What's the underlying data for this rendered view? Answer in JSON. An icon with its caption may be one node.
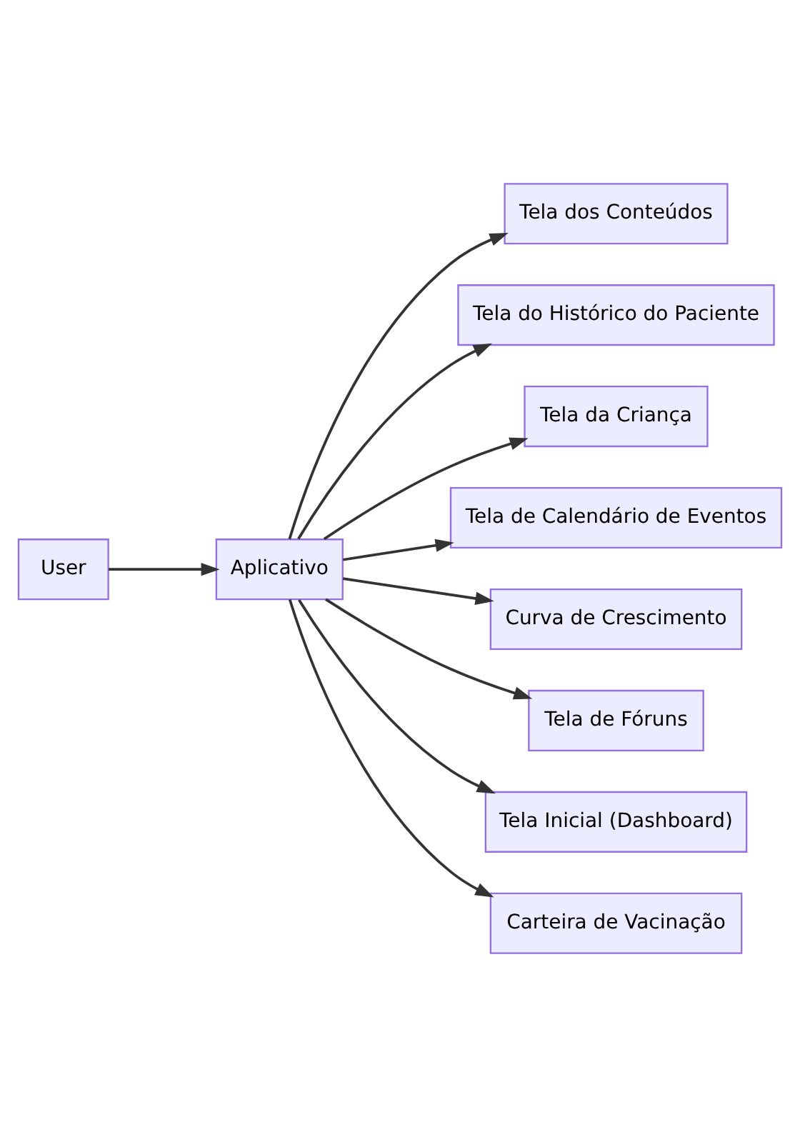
{
  "diagram": {
    "nodes": [
      {
        "text": [
          "User"
        ]
      },
      {
        "text": [
          "Aplicativo"
        ]
      },
      {
        "text": [
          "Tela dos Conteúdos"
        ]
      },
      {
        "text": [
          "Tela do Histórico do Paciente"
        ]
      },
      {
        "text": [
          "Tela da Criança"
        ]
      },
      {
        "text": [
          "Tela de Calendário de Eventos"
        ]
      },
      {
        "text": [
          "Curva de Crescimento"
        ]
      },
      {
        "text": [
          "Tela de Fóruns"
        ]
      },
      {
        "text": [
          "Tela Inicial (Dashboard)"
        ]
      },
      {
        "text": [
          "Carteira de Vacinação"
        ]
      }
    ],
    "edges": [
      {
        "from": 0,
        "to": 1,
        "arrow": "to"
      },
      {
        "from": 1,
        "to": 2,
        "arrow": "to"
      },
      {
        "from": 1,
        "to": 3,
        "arrow": "to"
      },
      {
        "from": 1,
        "to": 4,
        "arrow": "to"
      },
      {
        "from": 1,
        "to": 5,
        "arrow": "to"
      },
      {
        "from": 1,
        "to": 6,
        "arrow": "to"
      },
      {
        "from": 1,
        "to": 7,
        "arrow": "to"
      },
      {
        "from": 1,
        "to": 8,
        "arrow": "to"
      },
      {
        "from": 1,
        "to": 9,
        "arrow": "to"
      }
    ]
  }
}
